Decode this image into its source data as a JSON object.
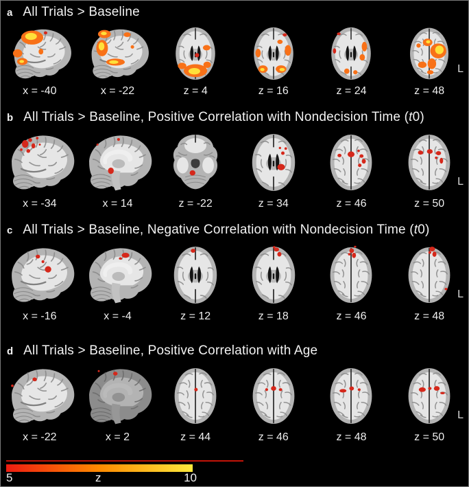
{
  "figure": {
    "orientation_label": "L",
    "colors": {
      "bg": "#000000",
      "text": "#f2f2f2",
      "border": "#7a7a7a",
      "brain-base": "#b4b4b4",
      "brain-light": "#e6e6e6",
      "brain-sulci": "#8a8a8a",
      "brain-dark": "#141414",
      "act-red": "#d5281b",
      "act-orange": "#f87118",
      "act-yellow": "#ffe13a",
      "cbar-start": "#ee1c11",
      "cbar-mid": "#ff8a00",
      "cbar-end": "#ffe93c",
      "cbar-line": "#c41408"
    },
    "panels": [
      {
        "id": "a",
        "title_full": "All Trials > Baseline",
        "title_pre": "All Trials > Baseline",
        "title_italic": "",
        "title_post": "",
        "slice_labels": [
          "x = -40",
          "x = -22",
          "z = 4",
          "z = 16",
          "z = 24",
          "z = 48"
        ]
      },
      {
        "id": "b",
        "title_full": "All Trials > Baseline, Positive Correlation with Nondecision Time (t0)",
        "title_pre": "All Trials > Baseline, Positive Correlation with Nondecision Time (",
        "title_italic": "t",
        "title_post": "0)",
        "slice_labels": [
          "x = -34",
          "x = 14",
          "z = -22",
          "z = 34",
          "z = 46",
          "z = 50"
        ]
      },
      {
        "id": "c",
        "title_full": "All Trials > Baseline, Negative Correlation with Nondecision Time (t0)",
        "title_pre": "All Trials > Baseline, Negative Correlation with Nondecision Time (",
        "title_italic": "t",
        "title_post": "0)",
        "slice_labels": [
          "x = -16",
          "x = -4",
          "z = 12",
          "z = 18",
          "z = 46",
          "z = 48"
        ]
      },
      {
        "id": "d",
        "title_full": "All Trials > Baseline, Positive Correlation with Age",
        "title_pre": "All Trials > Baseline, Positive Correlation with Age",
        "title_italic": "",
        "title_post": "",
        "slice_labels": [
          "x = -22",
          "x = 2",
          "z = 44",
          "z = 46",
          "z = 48",
          "z = 50"
        ]
      }
    ],
    "colorbar": {
      "min": "5",
      "stat_label": "z",
      "max": "10"
    }
  }
}
